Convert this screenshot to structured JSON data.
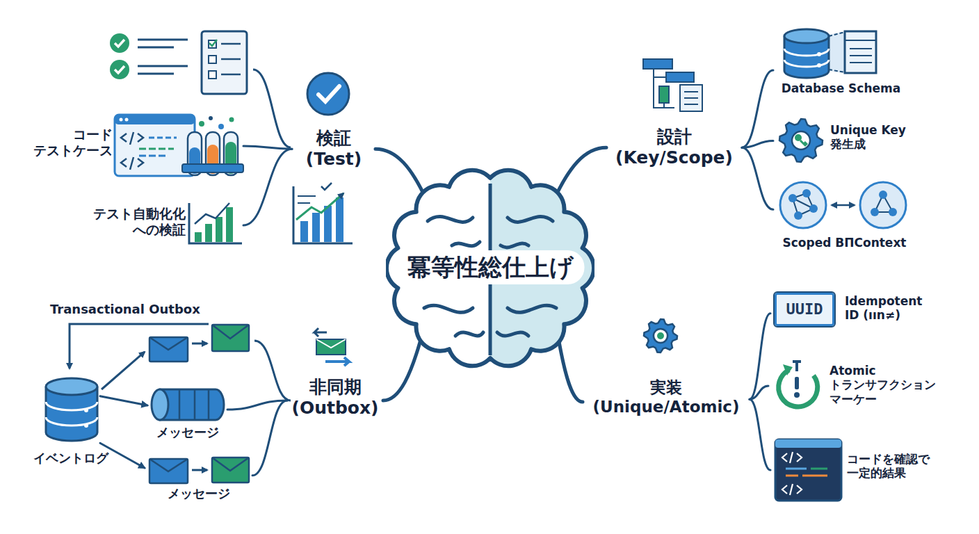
{
  "diagram": {
    "nodes": [
      {
        "text": [
          "冪等性総仕上げ"
        ]
      },
      {
        "text": [
          "検証 (Test)"
        ]
      },
      {
        "text": [
          "設計 (Key/Scope)"
        ]
      },
      {
        "text": [
          "非同期 (Outbox)"
        ]
      },
      {
        "text": [
          "実装 (Unique/Atomic)"
        ]
      },
      {
        "text": [
          "コード テストケース"
        ]
      },
      {
        "text": [
          "テスト自動化化 への検証"
        ]
      },
      {
        "text": [
          "Database Schema"
        ]
      },
      {
        "text": [
          "Unique Key 発生成"
        ]
      },
      {
        "text": [
          "Scoped BΠContext"
        ]
      },
      {
        "text": [
          "イベントログ"
        ]
      },
      {
        "text": [
          "メッセージ"
        ]
      },
      {
        "text": [
          "メッセージ"
        ]
      },
      {
        "text": [
          "UUID",
          "Idempotent ID (ıın≠)"
        ]
      },
      {
        "text": [
          "Atomic トランサフクション マーケー"
        ]
      },
      {
        "text": [
          "コードを確認で 一定的結果"
        ]
      }
    ],
    "edges": [
      {
        "from": 0,
        "to": 1,
        "arrow": "none"
      },
      {
        "from": 0,
        "to": 2,
        "arrow": "none"
      },
      {
        "from": 0,
        "to": 3,
        "arrow": "none"
      },
      {
        "from": 0,
        "to": 4,
        "arrow": "none"
      },
      {
        "from": 1,
        "to": 5,
        "arrow": "none"
      },
      {
        "from": 1,
        "to": 6,
        "arrow": "none"
      },
      {
        "from": 2,
        "to": 7,
        "arrow": "none"
      },
      {
        "from": 2,
        "to": 8,
        "arrow": "none"
      },
      {
        "from": 2,
        "to": 9,
        "arrow": "none"
      },
      {
        "from": 3,
        "to": 11,
        "arrow": "none"
      },
      {
        "from": 3,
        "to": 12,
        "arrow": "none"
      },
      {
        "from": 4,
        "to": 13,
        "arrow": "none"
      },
      {
        "from": 4,
        "to": 14,
        "arrow": "none"
      },
      {
        "from": 4,
        "to": 15,
        "arrow": "none"
      },
      {
        "from": 10,
        "to": 11,
        "arrow": "to"
      },
      {
        "from": 10,
        "to": 12,
        "arrow": "to"
      }
    ],
    "labels": [
      "Transactional Outbox"
    ]
  }
}
